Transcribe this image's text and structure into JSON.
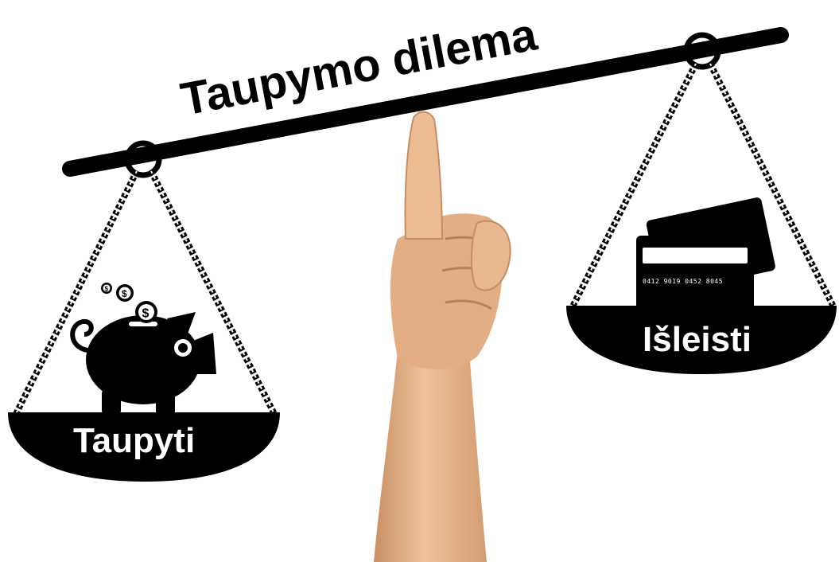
{
  "title": "Taupymo dilema",
  "left_pan": {
    "label": "Taupyti",
    "icon": "piggy-bank-icon"
  },
  "right_pan": {
    "label": "Išleisti",
    "icon": "credit-cards-icon",
    "card_number": "0412 9019 0452 8045"
  },
  "coin_symbol": "$",
  "colors": {
    "ink": "#000000",
    "background": "#ffffff",
    "skin": "#e8b88e",
    "skin_shadow": "#c98f62"
  }
}
